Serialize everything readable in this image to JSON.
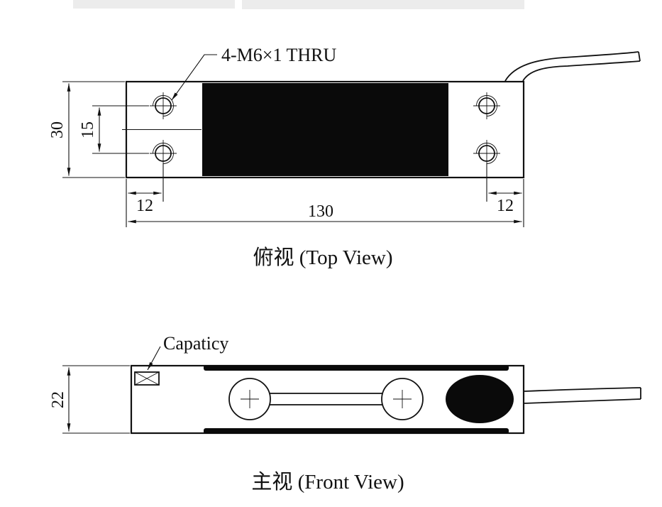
{
  "colors": {
    "ink": "#111111",
    "solid_fill": "#0a0a0a",
    "paper": "#ffffff"
  },
  "top_view": {
    "caption": "俯视 (Top View)",
    "hole_callout": "4-M6×1 THRU",
    "dimensions": {
      "body_width": "30",
      "hole_spacing": "15",
      "hole_edge_left": "12",
      "overall_length": "130",
      "hole_edge_right": "12"
    }
  },
  "front_view": {
    "caption": "主视 (Front View)",
    "capacity_label": "Capaticy",
    "dimensions": {
      "body_height": "22"
    }
  }
}
